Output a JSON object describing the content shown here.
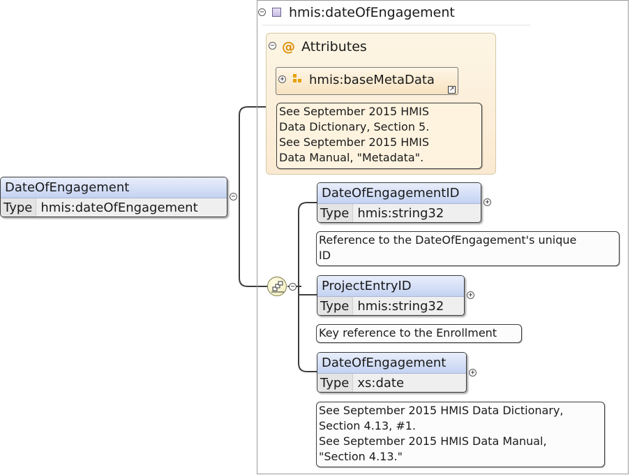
{
  "root_element": {
    "name": "DateOfEngagement",
    "type_label": "Type",
    "type_value": "hmis:dateOfEngagement"
  },
  "complex_type": {
    "name": "hmis:dateOfEngagement",
    "attributes": {
      "title": "Attributes",
      "items": [
        {
          "name": "hmis:baseMetaData",
          "doc": "See September 2015 HMIS\nData Dictionary, Section 5.\nSee September 2015 HMIS\nData Manual, \"Metadata\"."
        }
      ]
    },
    "children": [
      {
        "name": "DateOfEngagementID",
        "type_label": "Type",
        "type_value": "hmis:string32",
        "doc": "Reference to the DateOfEngagement's unique\nID"
      },
      {
        "name": "ProjectEntryID",
        "type_label": "Type",
        "type_value": "hmis:string32",
        "doc": "Key reference to the Enrollment"
      },
      {
        "name": "DateOfEngagement",
        "type_label": "Type",
        "type_value": "xs:date",
        "doc": "See September 2015 HMIS Data Dictionary,\nSection 4.13, #1.\nSee September 2015 HMIS Data Manual,\n\"Section 4.13.\""
      }
    ]
  },
  "controls": {
    "collapse_symbol": "−",
    "expand_symbol": "+"
  },
  "colors": {
    "element_header": "#c4d3f2",
    "attribute_group": "#fbead2",
    "attribute_icon": "#e8a000",
    "wire": "#3c3c3c"
  }
}
